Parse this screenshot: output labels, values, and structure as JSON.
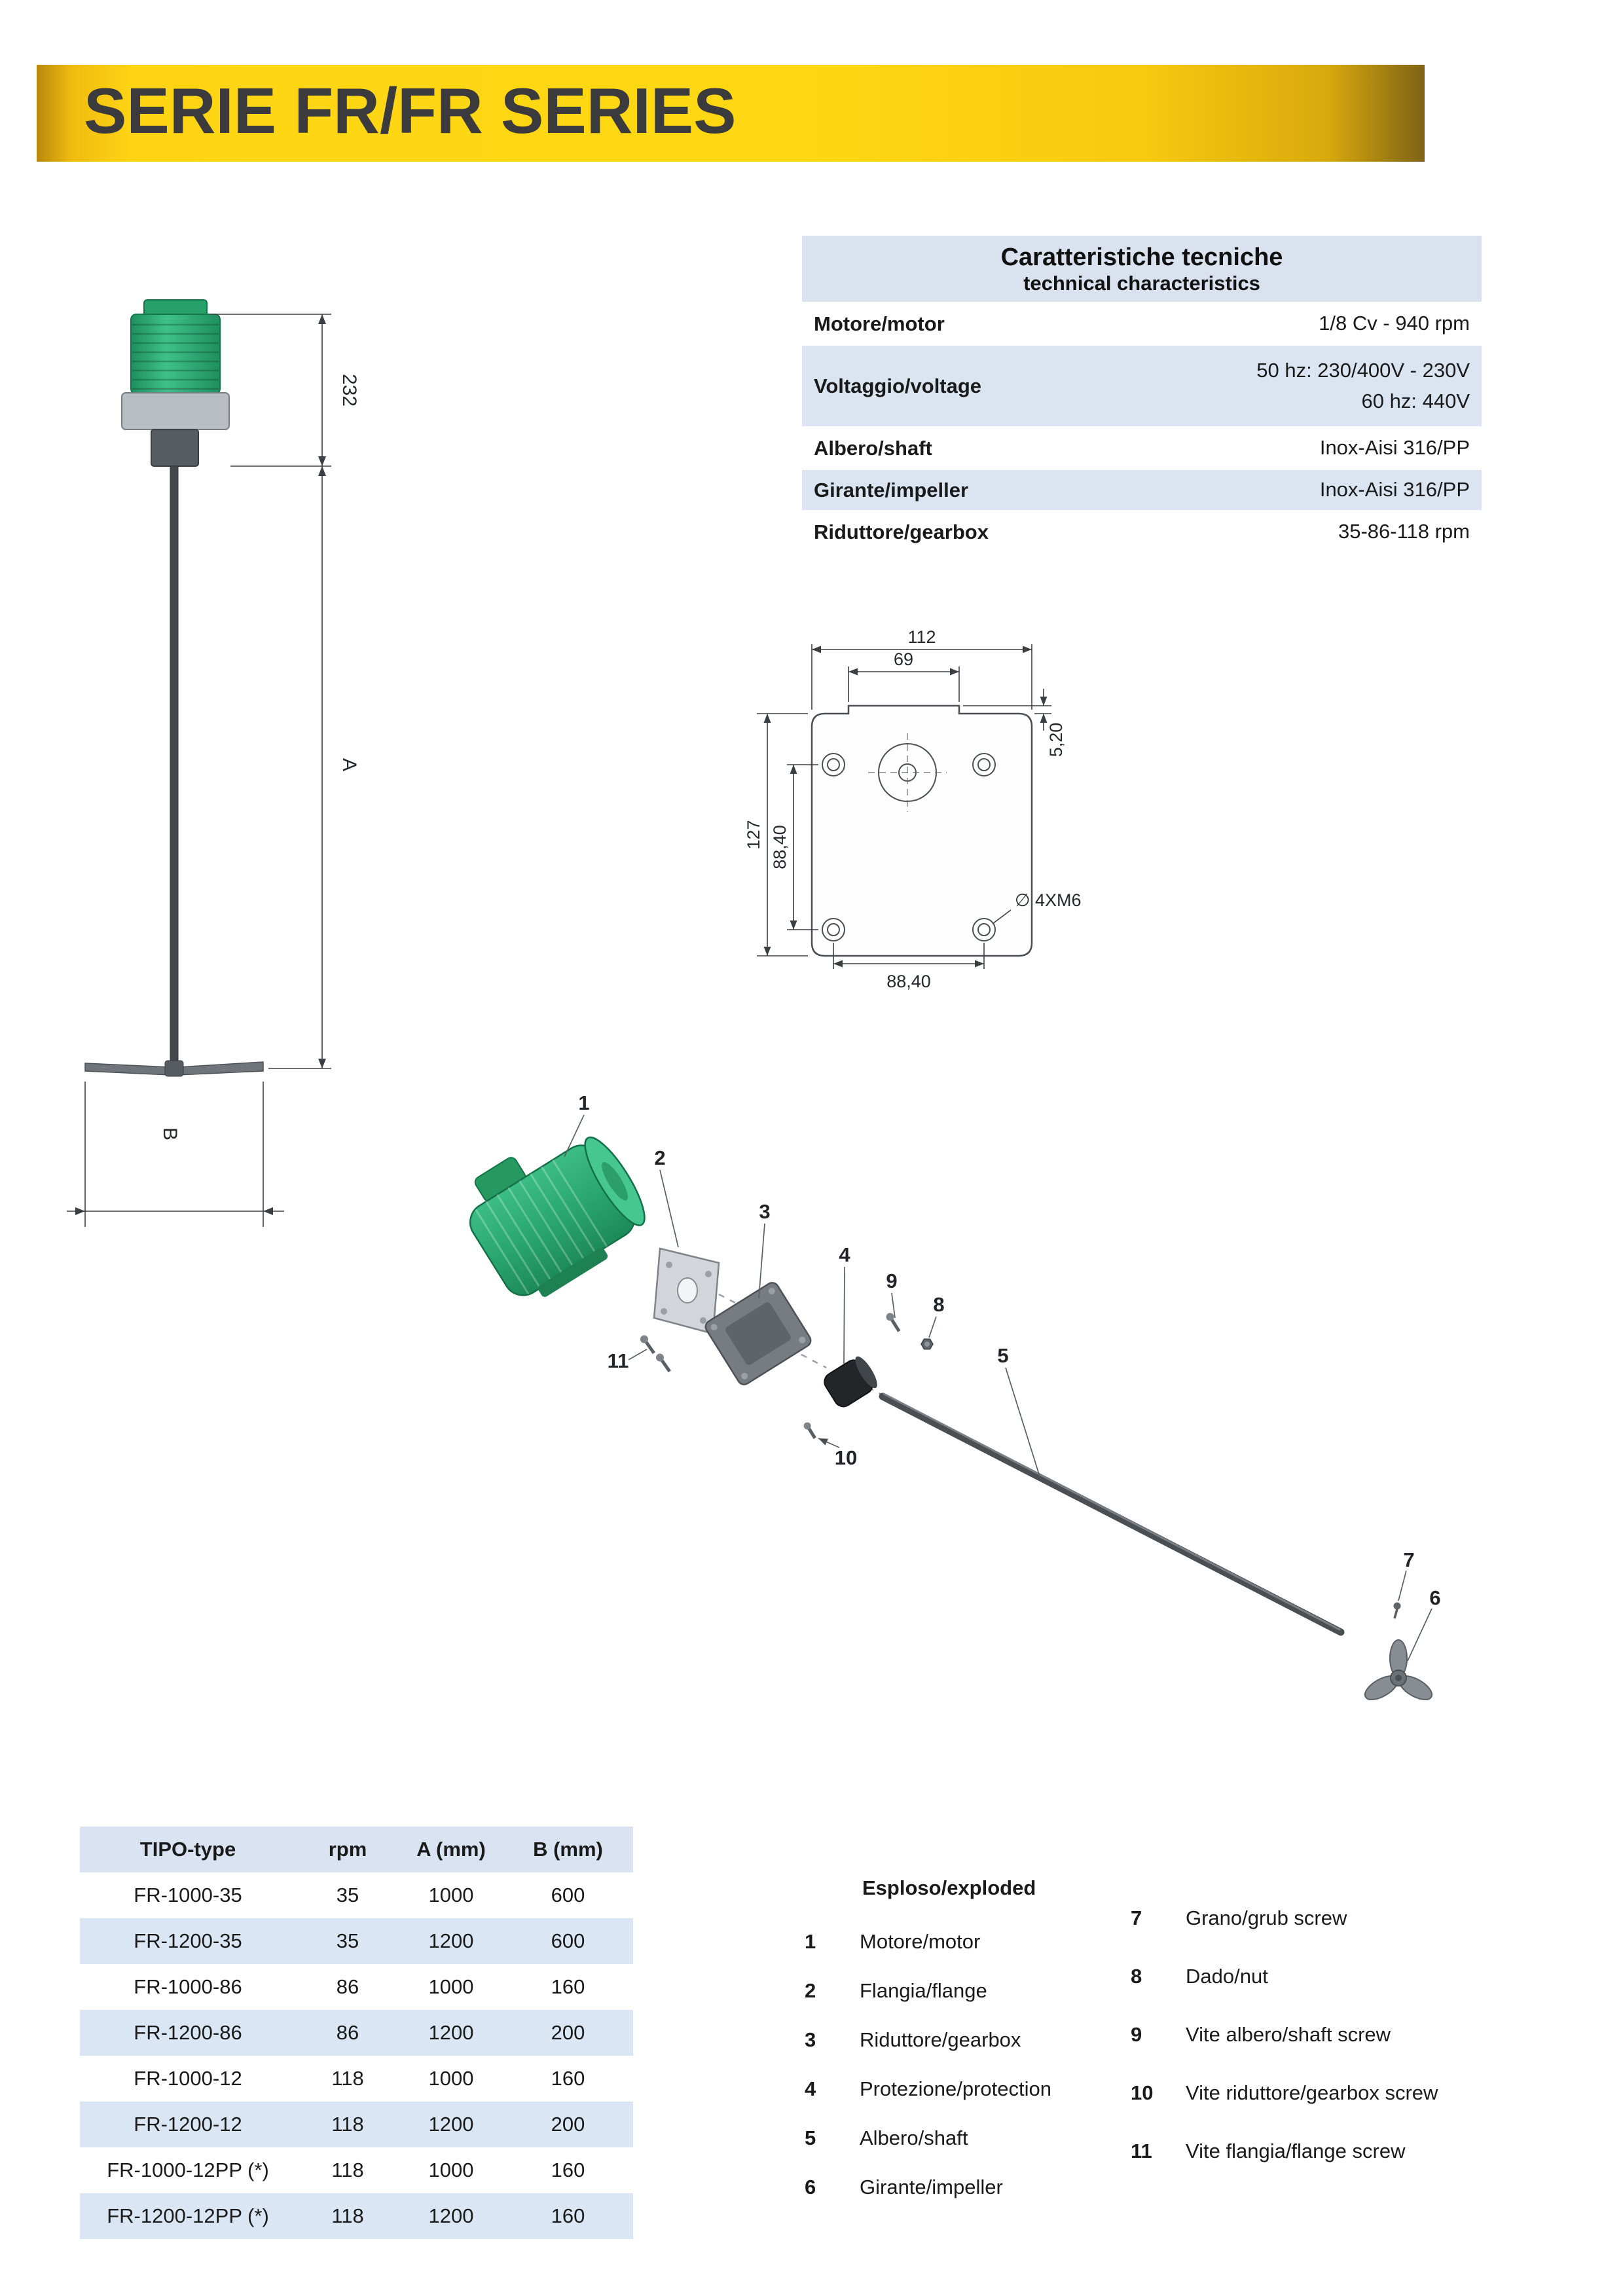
{
  "banner": {
    "title": "SERIE FR/FR SERIES"
  },
  "colors": {
    "banner_yellow": "#ffd813",
    "motor_green": "#2aa770",
    "table_row_blue": "#dbe6f4",
    "table_header_blue": "#d9e2ee"
  },
  "characteristics": {
    "title": "Caratteristiche tecniche",
    "subtitle": "technical characteristics",
    "rows": [
      {
        "label": "Motore/motor",
        "value": "1/8 Cv - 940 rpm"
      },
      {
        "label": "Voltaggio/voltage",
        "value": "50 hz: 230/400V - 230V",
        "value2": "60 hz: 440V"
      },
      {
        "label": "Albero/shaft",
        "value": "Inox-Aisi 316/PP"
      },
      {
        "label": "Girante/impeller",
        "value": "Inox-Aisi 316/PP"
      },
      {
        "label": "Riduttore/gearbox",
        "value": "35-86-118 rpm"
      }
    ]
  },
  "mixer_drawing": {
    "dim_motor": "232",
    "dim_shaft": "A",
    "dim_impeller": "B"
  },
  "flange_drawing": {
    "width_total": "112",
    "width_slot": "69",
    "step": "5,20",
    "height_total": "127",
    "hole_pitch_vertical": "88,40",
    "hole_pitch_horizontal": "88,40",
    "holes_note": "∅ 4XM6"
  },
  "exploded_view": {
    "callouts": [
      "1",
      "2",
      "3",
      "4",
      "5",
      "6",
      "7",
      "8",
      "9",
      "10",
      "11"
    ]
  },
  "type_table": {
    "headers": [
      "TIPO-type",
      "rpm",
      "A (mm)",
      "B (mm)"
    ],
    "rows": [
      [
        "FR-1000-35",
        "35",
        "1000",
        "600"
      ],
      [
        "FR-1200-35",
        "35",
        "1200",
        "600"
      ],
      [
        "FR-1000-86",
        "86",
        "1000",
        "160"
      ],
      [
        "FR-1200-86",
        "86",
        "1200",
        "200"
      ],
      [
        "FR-1000-12",
        "118",
        "1000",
        "160"
      ],
      [
        "FR-1200-12",
        "118",
        "1200",
        "200"
      ],
      [
        "FR-1000-12PP (*)",
        "118",
        "1000",
        "160"
      ],
      [
        "FR-1200-12PP (*)",
        "118",
        "1200",
        "160"
      ]
    ]
  },
  "legend": {
    "title": "Esploso/exploded",
    "left": [
      {
        "num": "1",
        "label": "Motore/motor"
      },
      {
        "num": "2",
        "label": "Flangia/flange"
      },
      {
        "num": "3",
        "label": "Riduttore/gearbox"
      },
      {
        "num": "4",
        "label": "Protezione/protection"
      },
      {
        "num": "5",
        "label": "Albero/shaft"
      },
      {
        "num": "6",
        "label": "Girante/impeller"
      }
    ],
    "right": [
      {
        "num": "7",
        "label": "Grano/grub screw"
      },
      {
        "num": "8",
        "label": "Dado/nut"
      },
      {
        "num": "9",
        "label": "Vite albero/shaft screw"
      },
      {
        "num": "10",
        "label": "Vite riduttore/gearbox screw"
      },
      {
        "num": "11",
        "label": "Vite flangia/flange screw"
      }
    ]
  }
}
